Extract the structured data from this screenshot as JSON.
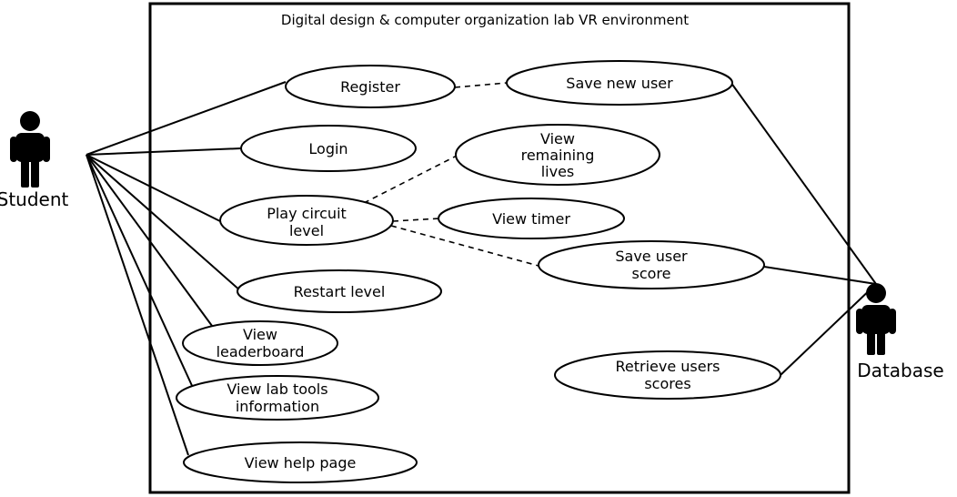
{
  "system": {
    "title": "Digital design & computer organization lab VR environment"
  },
  "actors": {
    "student": {
      "label": "Student"
    },
    "database": {
      "label": "Database"
    }
  },
  "use_cases": {
    "register": {
      "lines": [
        "Register"
      ]
    },
    "login": {
      "lines": [
        "Login"
      ]
    },
    "play_circuit_level": {
      "lines": [
        "Play circuit",
        "level"
      ]
    },
    "restart_level": {
      "lines": [
        "Restart level"
      ]
    },
    "view_leaderboard": {
      "lines": [
        "View",
        "leaderboard"
      ]
    },
    "view_lab_tools_information": {
      "lines": [
        "View lab tools",
        "information"
      ]
    },
    "view_help_page": {
      "lines": [
        "View help page"
      ]
    },
    "save_new_user": {
      "lines": [
        "Save new user"
      ]
    },
    "view_remaining_lives": {
      "lines": [
        "View",
        "remaining",
        "lives"
      ]
    },
    "view_timer": {
      "lines": [
        "View timer"
      ]
    },
    "save_user_score": {
      "lines": [
        "Save user",
        "score"
      ]
    },
    "retrieve_users_scores": {
      "lines": [
        "Retrieve users",
        "scores"
      ]
    }
  }
}
